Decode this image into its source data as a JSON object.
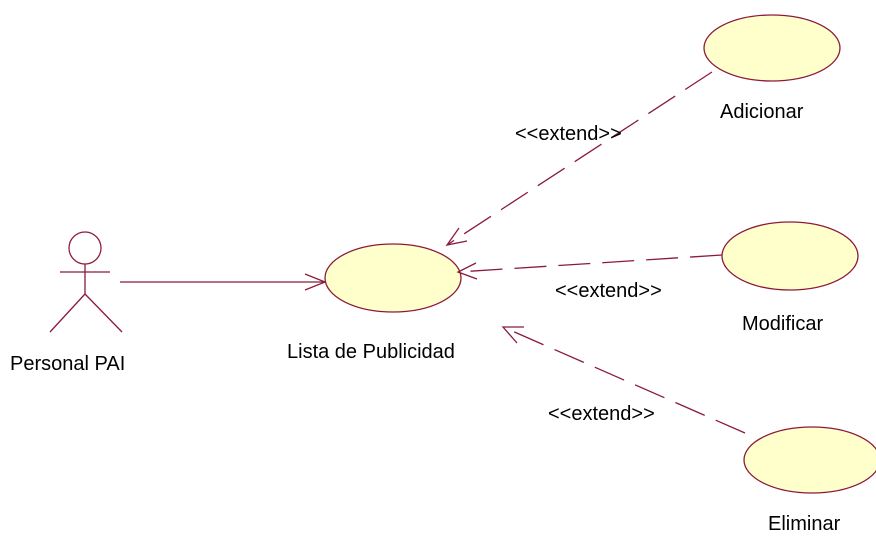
{
  "diagram": {
    "actor": {
      "label": "Personal PAI"
    },
    "use_cases": {
      "main": {
        "label": "Lista de Publicidad"
      },
      "add": {
        "label": "Adicionar"
      },
      "modify": {
        "label": "Modificar"
      },
      "delete": {
        "label": "Eliminar"
      }
    },
    "relations": {
      "extend_add": {
        "label": "<<extend>>"
      },
      "extend_modify": {
        "label": "<<extend>>"
      },
      "extend_delete": {
        "label": "<<extend>>"
      }
    }
  },
  "colors": {
    "stroke": "#8b1a3a",
    "use_case_fill": "#ffffcc",
    "text": "#000000"
  }
}
